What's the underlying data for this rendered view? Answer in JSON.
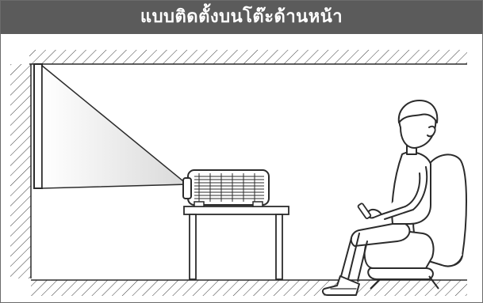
{
  "header": {
    "title": "แบบติดตั้งบนโต๊ะด้านหน้า"
  },
  "illustration": {
    "elements": [
      "screen",
      "projector",
      "table",
      "armchair",
      "seated-viewer",
      "remote-control",
      "floor-hatching",
      "ceiling-hatching",
      "wall-hatching",
      "projection-beam"
    ]
  },
  "colors": {
    "header_bg": "#5b5b5b",
    "header_text": "#ffffff",
    "line": "#2b2b2b",
    "beam": "#e6e6e6"
  }
}
